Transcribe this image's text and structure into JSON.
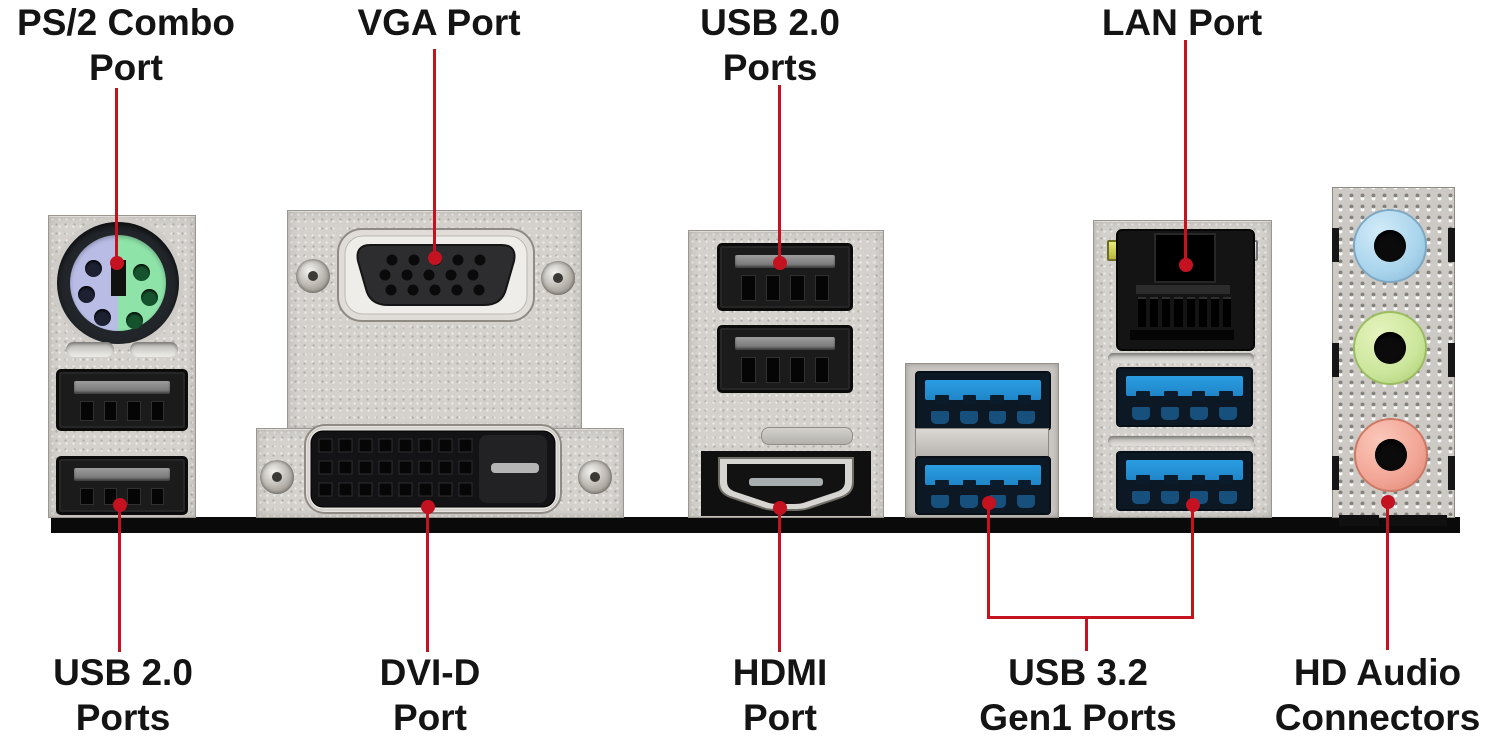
{
  "colors": {
    "accent_red": "#c41220",
    "label_text": "#141414",
    "black_bar": "#0a0a0a",
    "metal_silver": "#d4d1cc",
    "usb3_blue": "#2a9de2",
    "ps2_purple": "#b9bde6",
    "ps2_green": "#8ee3a8",
    "audio_line_in_blue": "#a9d4ec",
    "audio_line_out_green": "#cbe69b",
    "audio_mic_pink": "#f2a494",
    "lan_led_yellow": "#d6d85c"
  },
  "labels": {
    "ps2": {
      "line1": "PS/2 Combo",
      "line2": "Port"
    },
    "vga": {
      "line1": "VGA Port"
    },
    "usb2_top": {
      "line1": "USB 2.0",
      "line2": "Ports"
    },
    "lan": {
      "line1": "LAN Port"
    },
    "usb2_bottom": {
      "line1": "USB 2.0",
      "line2": "Ports"
    },
    "dvi": {
      "line1": "DVI-D",
      "line2": "Port"
    },
    "hdmi": {
      "line1": "HDMI",
      "line2": "Port"
    },
    "usb32": {
      "line1": "USB 3.2",
      "line2": "Gen1 Ports"
    },
    "audio": {
      "line1": "HD Audio",
      "line2": "Connectors"
    }
  }
}
